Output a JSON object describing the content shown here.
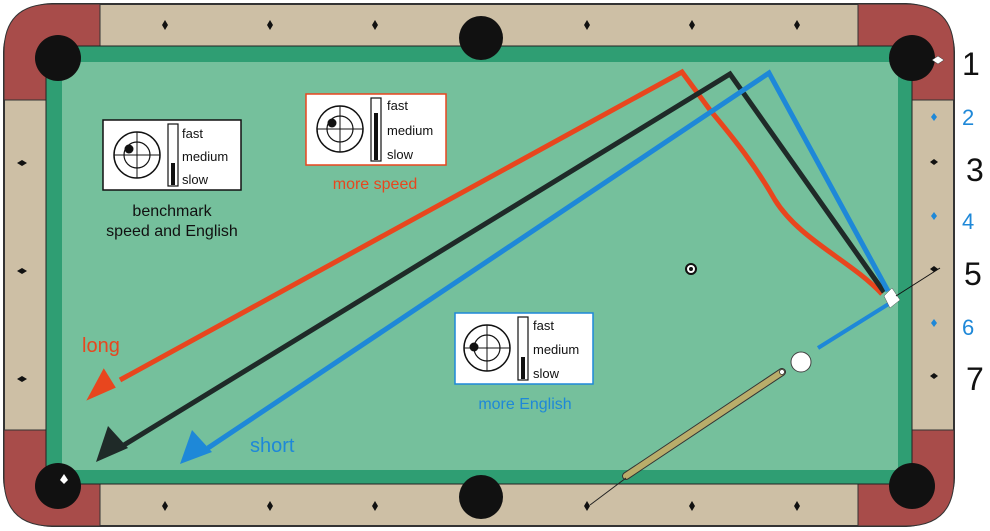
{
  "colors": {
    "rail": "#cdbfa5",
    "rail_outline": "#333333",
    "cloth": "#75c09c",
    "cushion": "#2f9e73",
    "corner": "#a84c4a",
    "pocket": "#111111",
    "red_path": "#e8461e",
    "black_path": "#1f2a28",
    "blue_path": "#1e88d8",
    "panel_border_black": "#111111",
    "panel_border_red": "#e8461e",
    "panel_border_blue": "#1e88d8",
    "cue_stick": "#b9ad6a"
  },
  "panels": [
    {
      "id": "benchmark",
      "labels": [
        "fast",
        "medium",
        "slow"
      ],
      "caption": [
        "benchmark",
        "speed and English"
      ],
      "speed_level": 0.3,
      "english_offset": "left-high"
    },
    {
      "id": "more-speed",
      "labels": [
        "fast",
        "medium",
        "slow"
      ],
      "caption": [
        "more speed"
      ],
      "speed_level": 0.75,
      "english_offset": "left-high"
    },
    {
      "id": "more-english",
      "labels": [
        "fast",
        "medium",
        "slow"
      ],
      "caption": [
        "more English"
      ],
      "speed_level": 0.3,
      "english_offset": "far-left"
    }
  ],
  "path_labels": {
    "long": "long",
    "short": "short"
  },
  "diamond_labels": [
    "1",
    "2",
    "3",
    "4",
    "5",
    "6",
    "7"
  ],
  "icons": {
    "cue_ball": "cue-ball-icon",
    "object_ball": "object-ball-icon",
    "cue_stick": "cue-stick-icon"
  }
}
